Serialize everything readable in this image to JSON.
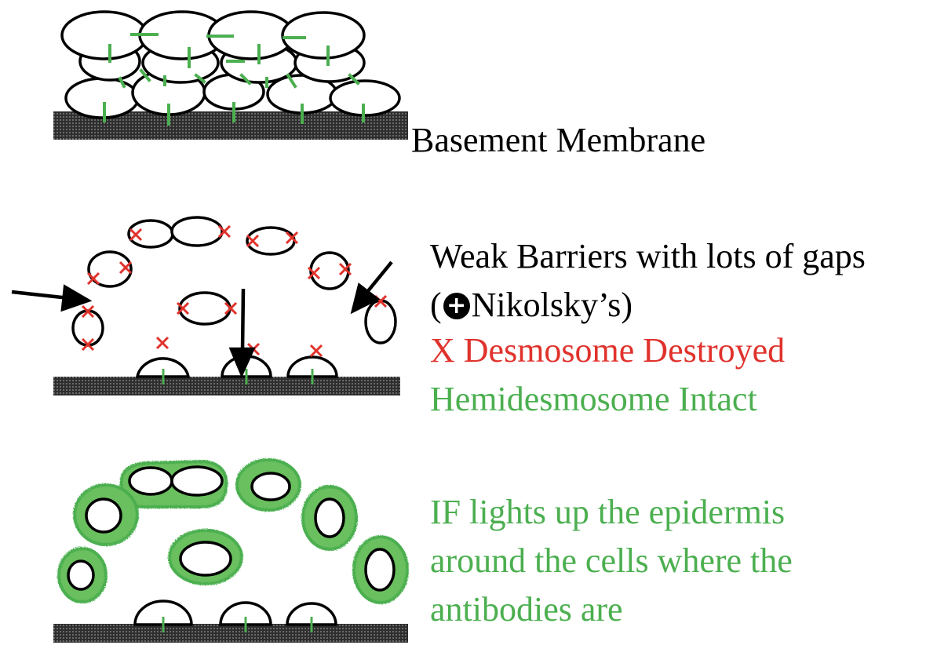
{
  "colors": {
    "desmosome_intact": "#4caf50",
    "desmosome_destroyed": "#e0322c",
    "hemidesmosome": "#4caf50",
    "if_glow": "#5cb85c",
    "membrane": "#333333",
    "cell_outline": "#000000"
  },
  "labels": {
    "basement_membrane": "Basement Membrane",
    "weak_barriers": "Weak Barriers with lots of gaps",
    "nikolsky_open": "(",
    "nikolsky_icon": "plus-circle-icon",
    "nikolsky_text": "Nikolsky’s)",
    "desmosome_destroyed": "X Desmosome Destroyed",
    "hemidesmosome_intact": "Hemidesmosome Intact",
    "if_line1": "IF lights up the epidermis",
    "if_line2": "around the cells where the",
    "if_line3": "antibodies are"
  },
  "panels": [
    "normal-epidermis",
    "acantholysis",
    "immunofluorescence"
  ]
}
